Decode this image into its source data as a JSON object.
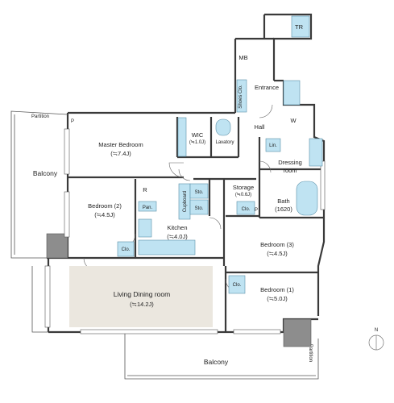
{
  "rooms": {
    "tr": "TR",
    "mb": "MB",
    "entrance": "Entrance",
    "shoes": "Shoes Clo.",
    "hall": "Hall",
    "w": "W",
    "master_bedroom": "Master Bedroom",
    "master_size": "(≒7.4J)",
    "wic": "WIC",
    "wic_size": "(≒1.0J)",
    "lavatory": "Lavatory",
    "lin": "Lin.",
    "dressing_line1": "Dressing",
    "dressing_line2": "room",
    "balcony_west": "Balcony",
    "bedroom2": "Bedroom (2)",
    "bedroom2_size": "(≒4.5J)",
    "r": "R",
    "pan": "Pan.",
    "cupboard": "Cupboard",
    "sto1": "Sto.",
    "sto2": "Sto.",
    "storage": "Storage",
    "storage_size": "(≒0.6J)",
    "clo_storage": "Clo.",
    "p_storage": "P",
    "bath": "Bath",
    "bath_size": "(1620)",
    "kitchen": "Kitchen",
    "kitchen_size": "(≒4.0J)",
    "clo_bed2": "Clo.",
    "p_master": "P",
    "bedroom3": "Bedroom (3)",
    "bedroom3_size": "(≒4.5J)",
    "living": "Living Dining room",
    "living_size": "(≒14.2J)",
    "clo_bed1": "Clo.",
    "bedroom1": "Bedroom (1)",
    "bedroom1_size": "(≒5.0J)",
    "balcony_south": "Balcony",
    "partition": "Partition"
  },
  "compass": {
    "label": "N"
  },
  "colors": {
    "fixture_blue": "#bfe3f2",
    "living_floor": "#ebe7df",
    "column_gray": "#8d8d8d"
  }
}
